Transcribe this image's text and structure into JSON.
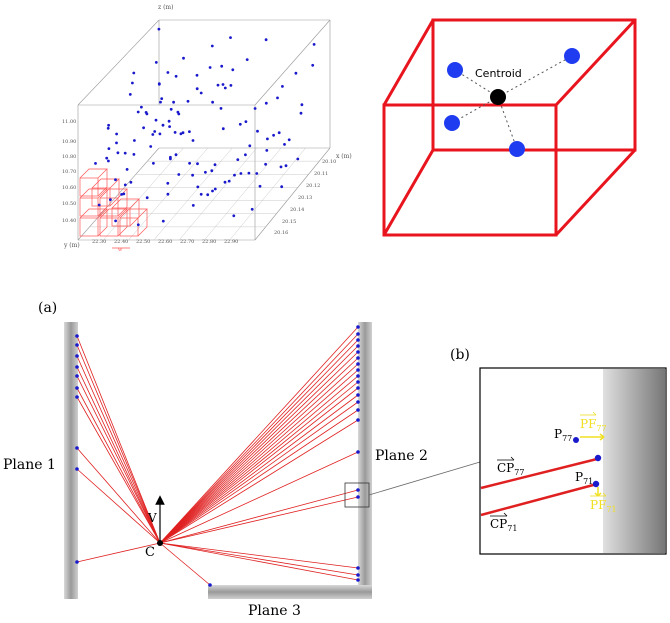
{
  "scatter3d": {
    "z_axis_label": "z (m)",
    "x_axis_label": "x (m)",
    "y_axis_label": "y (m)",
    "z_ticks": [
      "11.00",
      "10.90",
      "10.80",
      "10.70",
      "10.60",
      "10.50",
      "10.40"
    ],
    "x_ticks": [
      "22.30",
      "22.40",
      "22.50",
      "22.60",
      "22.70",
      "22.80",
      "22.90"
    ],
    "y_ticks": [
      "20.10",
      "20.11",
      "20.12",
      "20.13",
      "20.14",
      "20.15",
      "20.16"
    ],
    "voxel_size_label": "w",
    "point_color": "#1a1acc",
    "grid_color": "#ff5555"
  },
  "centroid_cube": {
    "label": "Centroid",
    "edge_color": "#e8141e",
    "point_color": "#1f3cf0",
    "centroid_color": "#000000"
  },
  "planes": {
    "panel_a_label": "(a)",
    "plane1_label": "Plane 1",
    "plane2_label": "Plane 2",
    "plane3_label": "Plane 3",
    "center_label": "C",
    "velocity_label": "V",
    "ray_color": "#e02020"
  },
  "zoom": {
    "panel_b_label": "(b)",
    "p77_label": "P",
    "p77_sub": "77",
    "p71_label": "P",
    "p71_sub": "71",
    "cp77_label": "CP",
    "cp77_sub": "77",
    "cp71_label": "CP",
    "cp71_sub": "71",
    "pf77_label": "PF",
    "pf77_sub": "77",
    "pf71_label": "PF",
    "pf71_sub": "71",
    "normal_color": "#f0e020"
  }
}
